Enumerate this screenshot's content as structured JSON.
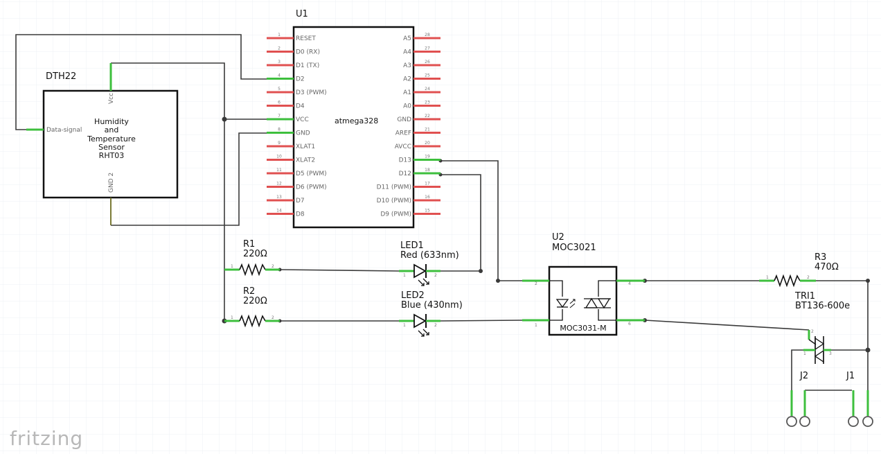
{
  "components": {
    "u1": {
      "ref": "U1",
      "name": "atmega328",
      "left_pins": [
        {
          "num": "1",
          "label": "RESET"
        },
        {
          "num": "2",
          "label": "D0 (RX)"
        },
        {
          "num": "3",
          "label": "D1 (TX)"
        },
        {
          "num": "4",
          "label": "D2"
        },
        {
          "num": "5",
          "label": "D3 (PWM)"
        },
        {
          "num": "6",
          "label": "D4"
        },
        {
          "num": "7",
          "label": "VCC"
        },
        {
          "num": "8",
          "label": "GND"
        },
        {
          "num": "9",
          "label": "XLAT1"
        },
        {
          "num": "10",
          "label": "XLAT2"
        },
        {
          "num": "11",
          "label": "D5 (PWM)"
        },
        {
          "num": "12",
          "label": "D6 (PWM)"
        },
        {
          "num": "13",
          "label": "D7"
        },
        {
          "num": "14",
          "label": "D8"
        }
      ],
      "right_pins": [
        {
          "num": "28",
          "label": "A5"
        },
        {
          "num": "27",
          "label": "A4"
        },
        {
          "num": "26",
          "label": "A3"
        },
        {
          "num": "25",
          "label": "A2"
        },
        {
          "num": "24",
          "label": "A1"
        },
        {
          "num": "23",
          "label": "A0"
        },
        {
          "num": "22",
          "label": "GND"
        },
        {
          "num": "21",
          "label": "AREF"
        },
        {
          "num": "20",
          "label": "AVCC"
        },
        {
          "num": "19",
          "label": "D13"
        },
        {
          "num": "18",
          "label": "D12"
        },
        {
          "num": "17",
          "label": "D11 (PWM)"
        },
        {
          "num": "16",
          "label": "D10 (PWM)"
        },
        {
          "num": "15",
          "label": "D9 (PWM)"
        }
      ]
    },
    "dth22": {
      "ref": "DTH22",
      "lines": [
        "Humidity",
        "and",
        "Temperature",
        "Sensor",
        "RHT03"
      ],
      "pin_data": "Data-signal",
      "pin_vcc": "Vcc",
      "pin_gnd": "GND 2"
    },
    "r1": {
      "ref": "R1",
      "value": "220Ω",
      "pin1": "1",
      "pin2": "2"
    },
    "r2": {
      "ref": "R2",
      "value": "220Ω",
      "pin1": "1",
      "pin2": "2"
    },
    "r3": {
      "ref": "R3",
      "value": "470Ω",
      "pin1": "1",
      "pin2": "2"
    },
    "led1": {
      "ref": "LED1",
      "desc": "Red (633nm)",
      "pin1": "1",
      "pin2": "2"
    },
    "led2": {
      "ref": "LED2",
      "desc": "Blue (430nm)",
      "pin1": "1",
      "pin2": "2"
    },
    "u2": {
      "ref": "U2",
      "name": "MOC3021",
      "part": "MOC3031-M",
      "pins": {
        "p1": "1",
        "p2": "2",
        "p4": "4",
        "p6": "6"
      }
    },
    "tri1": {
      "ref": "TRI1",
      "name": "BT136-600e",
      "pins": {
        "p1": "1",
        "p2": "2",
        "p3": "3"
      }
    },
    "j1": {
      "ref": "J1"
    },
    "j2": {
      "ref": "J2"
    }
  },
  "logo": "fritzing",
  "colors": {
    "pin_unconnected": "#e05050",
    "pin_connected": "#3dbf3d",
    "wire": "#3a3a3a"
  }
}
